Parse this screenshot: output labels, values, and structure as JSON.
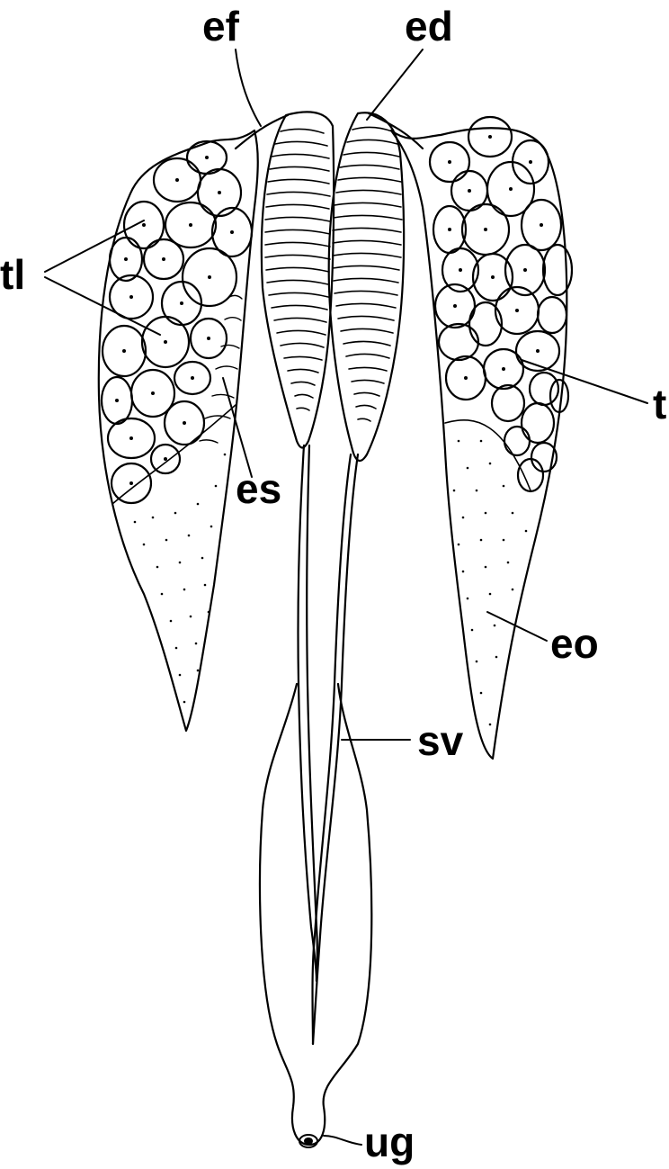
{
  "labels": {
    "ef": "ef",
    "ed": "ed",
    "tl": "tl",
    "t": "t",
    "es": "es",
    "eo": "eo",
    "sv": "sv",
    "ug": "ug"
  },
  "colors": {
    "ink": "#000000",
    "paper": "#ffffff"
  }
}
